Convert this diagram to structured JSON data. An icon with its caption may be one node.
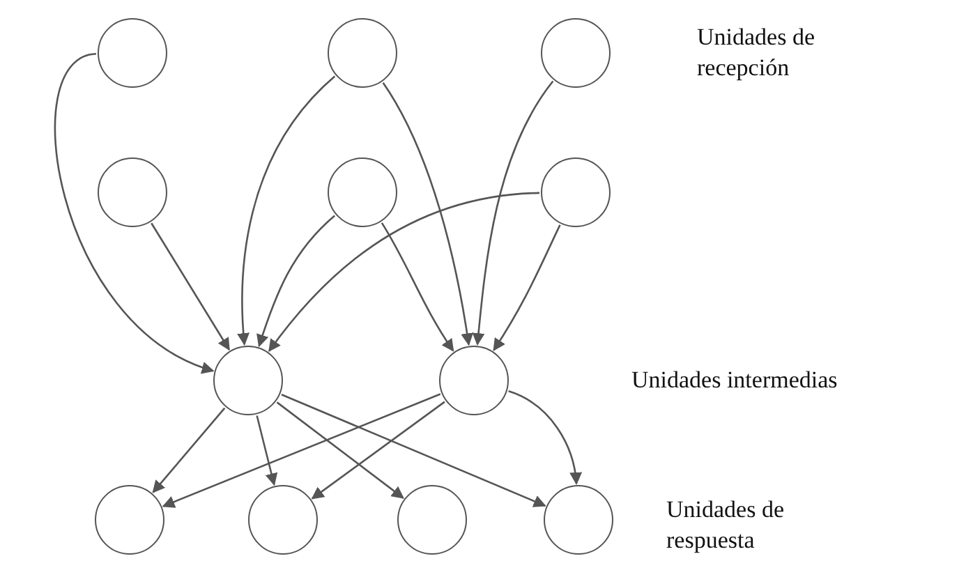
{
  "diagram": {
    "nodes": [
      {
        "text": [],
        "shape": "circle"
      },
      {
        "text": [],
        "shape": "circle"
      },
      {
        "text": [],
        "shape": "circle"
      },
      {
        "text": [],
        "shape": "circle"
      },
      {
        "text": [],
        "shape": "circle"
      },
      {
        "text": [],
        "shape": "circle"
      },
      {
        "text": [],
        "shape": "circle"
      },
      {
        "text": [],
        "shape": "circle"
      },
      {
        "text": [],
        "shape": "circle"
      },
      {
        "text": [],
        "shape": "circle"
      },
      {
        "text": [],
        "shape": "circle"
      },
      {
        "text": [],
        "shape": "circle"
      }
    ],
    "edges": [
      {
        "from": 0,
        "to": 6,
        "arrow": "to"
      },
      {
        "from": 1,
        "to": 6,
        "arrow": "to"
      },
      {
        "from": 1,
        "to": 7,
        "arrow": "to"
      },
      {
        "from": 2,
        "to": 7,
        "arrow": "to"
      },
      {
        "from": 3,
        "to": 6,
        "arrow": "to"
      },
      {
        "from": 4,
        "to": 6,
        "arrow": "to"
      },
      {
        "from": 4,
        "to": 7,
        "arrow": "to"
      },
      {
        "from": 5,
        "to": 6,
        "arrow": "to"
      },
      {
        "from": 5,
        "to": 7,
        "arrow": "to"
      },
      {
        "from": 6,
        "to": 8,
        "arrow": "to"
      },
      {
        "from": 6,
        "to": 9,
        "arrow": "to"
      },
      {
        "from": 6,
        "to": 10,
        "arrow": "to"
      },
      {
        "from": 6,
        "to": 11,
        "arrow": "to"
      },
      {
        "from": 7,
        "to": 8,
        "arrow": "to"
      },
      {
        "from": 7,
        "to": 9,
        "arrow": "to"
      },
      {
        "from": 7,
        "to": 11,
        "arrow": "to"
      }
    ],
    "labels": [
      "Unidades de recepción",
      "Unidades intermedias",
      "Unidades de respuesta"
    ]
  }
}
